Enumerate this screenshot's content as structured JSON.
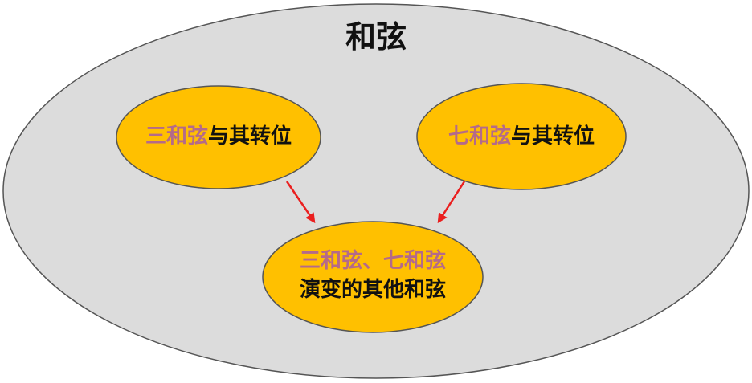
{
  "title": "和弦",
  "nodes": {
    "triad": {
      "highlight": "三和弦",
      "rest": "与其转位"
    },
    "seventh": {
      "highlight": "七和弦",
      "rest": "与其转位"
    },
    "result": {
      "line1": "三和弦、七和弦",
      "line2": "演变的其他和弦"
    }
  },
  "colors": {
    "outer_fill": "#dcdcdc",
    "outer_stroke": "#555555",
    "node_fill": "#ffc000",
    "node_stroke": "#555555",
    "arrow": "#ea1f1f",
    "highlight_text": "#b46a8a",
    "text": "#111111"
  }
}
